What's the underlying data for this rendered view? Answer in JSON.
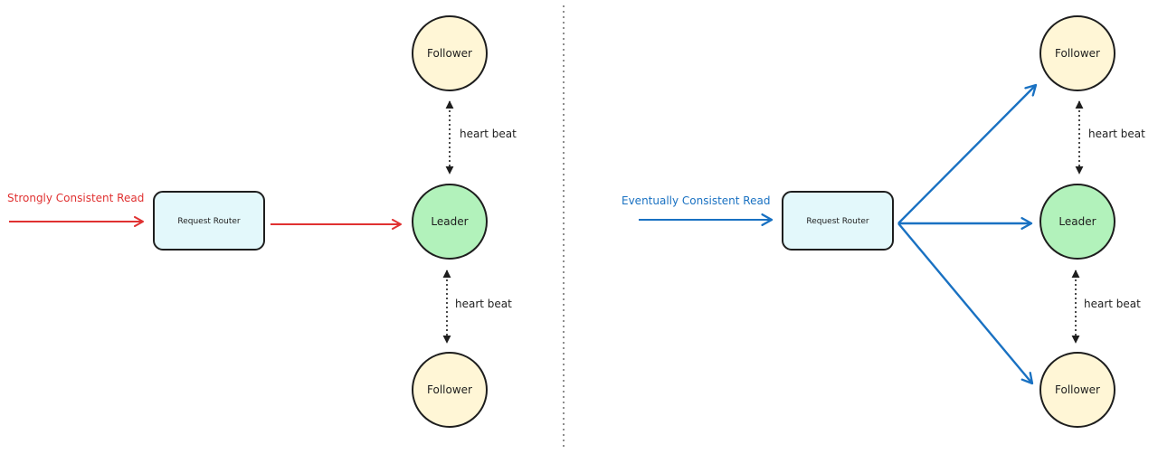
{
  "colors": {
    "strong": "#e03131",
    "eventual": "#1971c2",
    "router_fill": "#e3f8fb",
    "leader_fill": "#b2f2bb",
    "follower_fill": "#fff6d6",
    "stroke": "#1e1e1e"
  },
  "left": {
    "read_label": "Strongly Consistent Read",
    "router_label": "Request Router",
    "follower_top": "Follower",
    "leader": "Leader",
    "follower_bottom": "Follower",
    "heartbeat_top": "heart beat",
    "heartbeat_bottom": "heart beat"
  },
  "right": {
    "read_label": "Eventually Consistent Read",
    "router_label": "Request Router",
    "follower_top": "Follower",
    "leader": "Leader",
    "follower_bottom": "Follower",
    "heartbeat_top": "heart beat",
    "heartbeat_bottom": "heart beat"
  }
}
